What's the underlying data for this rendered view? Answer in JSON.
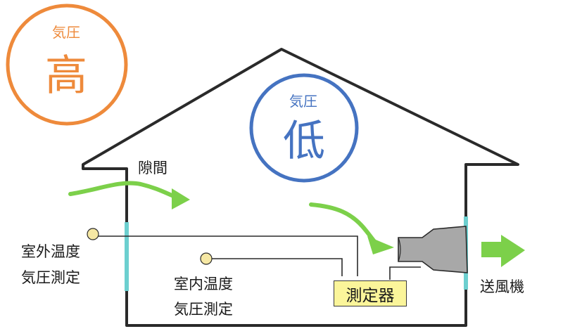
{
  "outside": {
    "pressure_label": "気圧",
    "level_label": "高",
    "color": "#ee8a3b"
  },
  "inside": {
    "pressure_label": "気圧",
    "level_label": "低",
    "color": "#4573c1"
  },
  "labels": {
    "gap": "隙間",
    "outdoor_sensor_line1": "室外温度",
    "outdoor_sensor_line2": "気圧測定",
    "indoor_sensor_line1": "室内温度",
    "indoor_sensor_line2": "気圧測定",
    "measuring_device": "測定器",
    "blower": "送風機"
  },
  "colors": {
    "airflow_arrow": "#7cd04a",
    "wall_seal": "#6ccfcf",
    "sensor": "#f6e8a4",
    "device_fill": "#fbf59a",
    "blower_fill": "#a8a8a8",
    "outline": "#2a2a2a"
  }
}
